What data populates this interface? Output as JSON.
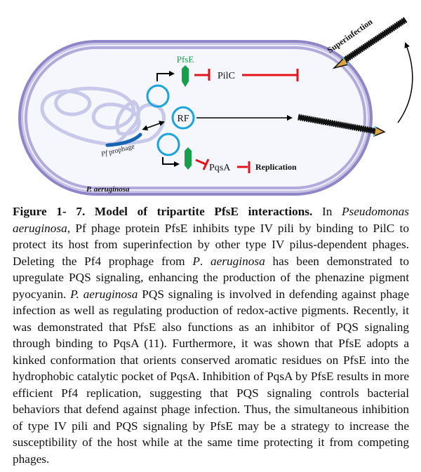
{
  "figure": {
    "cell_label": "P. aeruginosa",
    "prophage_label_italic": "Pf",
    "prophage_label_rest": " prophage",
    "rf_label": "RF",
    "pfse_label": "PfsE",
    "pilc_label": "PilC",
    "pqsa_label": "PqsA",
    "replication_label": "Replication",
    "superinfection_label": "Superinfection",
    "colors": {
      "membrane": "#8f86c8",
      "membrane_light": "#c9c3e6",
      "cytoplasm": "#f6f7fc",
      "chromosome": "#c8c8ea",
      "prophage": "#1565b0",
      "plasmid": "#1aa3dc",
      "pfse_protein": "#16a04b",
      "inhibition": "#e3131b",
      "arrow": "#000000",
      "phage_body": "#111111",
      "phage_tip": "#d9a441"
    }
  },
  "caption": {
    "lines": [
      [
        {
          "t": "Figure 1- 7.  Model of tripartite PfsE interactions.",
          "s": "b"
        },
        {
          "t": "  In ",
          "s": ""
        },
        {
          "t": "Pseudomonas",
          "s": "i"
        }
      ],
      [
        {
          "t": "aeruginosa",
          "s": "i"
        },
        {
          "t": ", Pf phage protein PfsE inhibits type IV pili by binding to PilC to",
          "s": ""
        }
      ],
      [
        {
          "t": "protect its host from superinfection by other type IV pilus-dependent phages.",
          "s": ""
        }
      ],
      [
        {
          "t": "Deleting the Pf4 prophage from ",
          "s": ""
        },
        {
          "t": "P",
          "s": "i"
        },
        {
          "t": ". ",
          "s": ""
        },
        {
          "t": "aeruginosa",
          "s": "i"
        },
        {
          "t": " has been demonstrated to",
          "s": ""
        }
      ],
      [
        {
          "t": "upregulate PQS signaling, enhancing the production of the phenazine pigment",
          "s": ""
        }
      ],
      [
        {
          "t": "pyocyanin. ",
          "s": ""
        },
        {
          "t": "P. aeruginosa",
          "s": "i"
        },
        {
          "t": " PQS signaling is involved in defending against phage",
          "s": ""
        }
      ],
      [
        {
          "t": "infection as well as regulating production of redox-active pigments. Recently, it",
          "s": ""
        }
      ],
      [
        {
          "t": "was demonstrated that PfsE also functions as an inhibitor of PQS signaling",
          "s": ""
        }
      ],
      [
        {
          "t": "through binding to PqsA (11). Furthermore, it was shown that PfsE adopts a",
          "s": ""
        }
      ],
      [
        {
          "t": "kinked conformation that orients conserved aromatic residues on PfsE into the",
          "s": ""
        }
      ],
      [
        {
          "t": "hydrophobic catalytic pocket of PqsA. Inhibition of PqsA by PfsE results in more",
          "s": ""
        }
      ],
      [
        {
          "t": "efficient Pf4 replication, suggesting that PQS signaling controls bacterial",
          "s": ""
        }
      ],
      [
        {
          "t": "behaviors that defend against phage infection. Thus, the simultaneous inhibition",
          "s": ""
        }
      ],
      [
        {
          "t": "of type IV pili and PQS signaling by PfsE may be a strategy to increase the",
          "s": ""
        }
      ],
      [
        {
          "t": "susceptibility of the host while at the same time protecting it from competing",
          "s": ""
        }
      ],
      [
        {
          "t": "phages.",
          "s": ""
        }
      ]
    ]
  }
}
